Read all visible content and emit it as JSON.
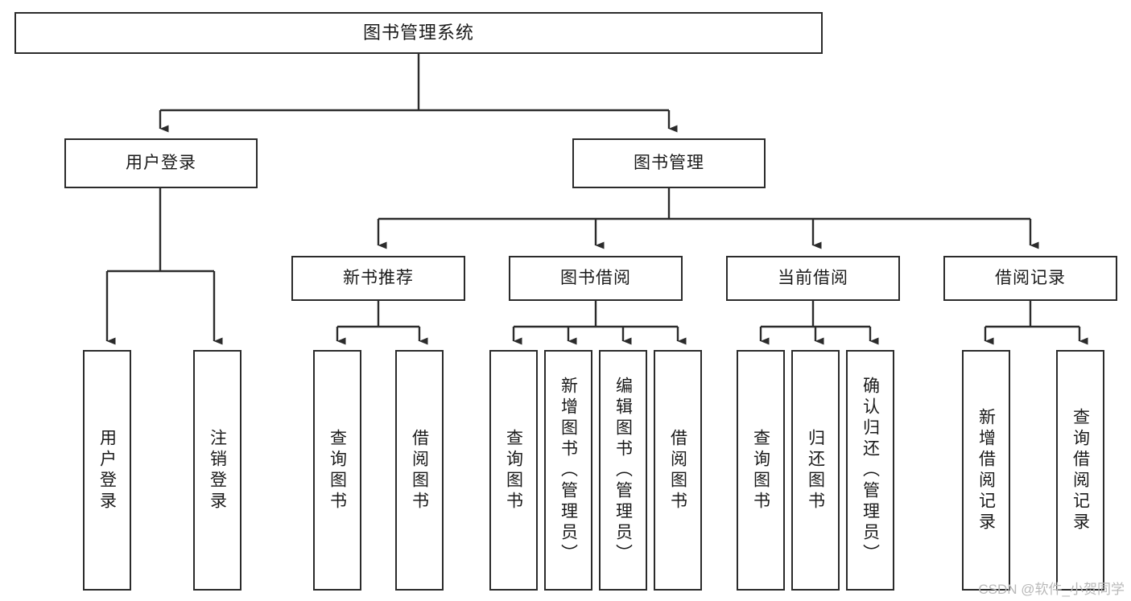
{
  "diagram": {
    "type": "tree",
    "title": "图书管理系统",
    "root": {
      "label": "图书管理系统"
    },
    "level1": [
      {
        "label": "用户登录"
      },
      {
        "label": "图书管理"
      }
    ],
    "level2": [
      {
        "label": "新书推荐"
      },
      {
        "label": "图书借阅"
      },
      {
        "label": "当前借阅"
      },
      {
        "label": "借阅记录"
      }
    ],
    "leaves": {
      "user_login": [
        {
          "label": "用户登录"
        },
        {
          "label": "注销登录"
        }
      ],
      "new_book_recommend": [
        {
          "label": "查询图书"
        },
        {
          "label": "借阅图书"
        }
      ],
      "book_borrow": [
        {
          "label": "查询图书"
        },
        {
          "label": "新增图书（管理员）"
        },
        {
          "label": "编辑图书（管理员）"
        },
        {
          "label": "借阅图书"
        }
      ],
      "current_borrow": [
        {
          "label": "查询图书"
        },
        {
          "label": "归还图书"
        },
        {
          "label": "确认归还（管理员）"
        }
      ],
      "borrow_record": [
        {
          "label": "新增借阅记录"
        },
        {
          "label": "查询借阅记录"
        }
      ]
    }
  },
  "watermark": {
    "text": "CSDN @软件_小贺同学"
  },
  "colors": {
    "stroke": "#2b2b2b",
    "text": "#1a1a1a",
    "background": "#ffffff",
    "watermark": "#b9b9b9"
  }
}
